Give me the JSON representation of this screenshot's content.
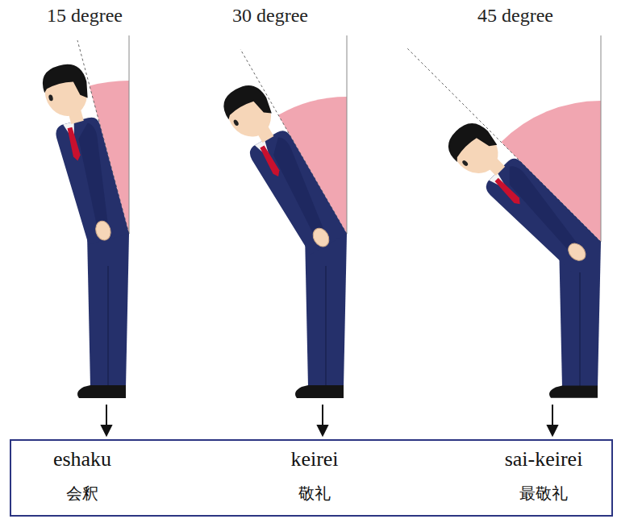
{
  "diagram": {
    "nodes": [
      {
        "text": [
          "eshaku",
          "会釈",
          "keirei",
          "敬礼",
          "sai-keirei",
          "最敬礼"
        ]
      }
    ],
    "labels": [
      "15 degree",
      "30 degree",
      "45 degree"
    ]
  }
}
